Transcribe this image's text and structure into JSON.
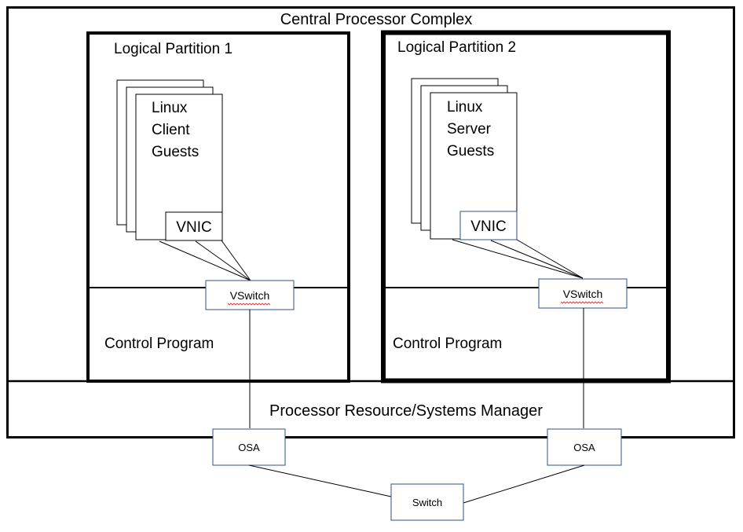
{
  "cpc": {
    "title": "Central Processor Complex"
  },
  "prsm": {
    "label": "Processor Resource/Systems Manager"
  },
  "partitions": [
    {
      "title": "Logical Partition 1",
      "guests": [
        "Linux",
        "Client",
        "Guests"
      ],
      "vnic": "VNIC",
      "vswitch": "VSwitch",
      "control_program": "Control Program"
    },
    {
      "title": "Logical Partition 2",
      "guests": [
        "Linux",
        "Server",
        "Guests"
      ],
      "vnic": "VNIC",
      "vswitch": "VSwitch",
      "control_program": "Control Program"
    }
  ],
  "osa": [
    "OSA",
    "OSA"
  ],
  "switch": {
    "label": "Switch"
  },
  "colors": {
    "line": "#000000",
    "device_border": "#2f4f8a",
    "spellcheck_underline": "#e03030"
  }
}
